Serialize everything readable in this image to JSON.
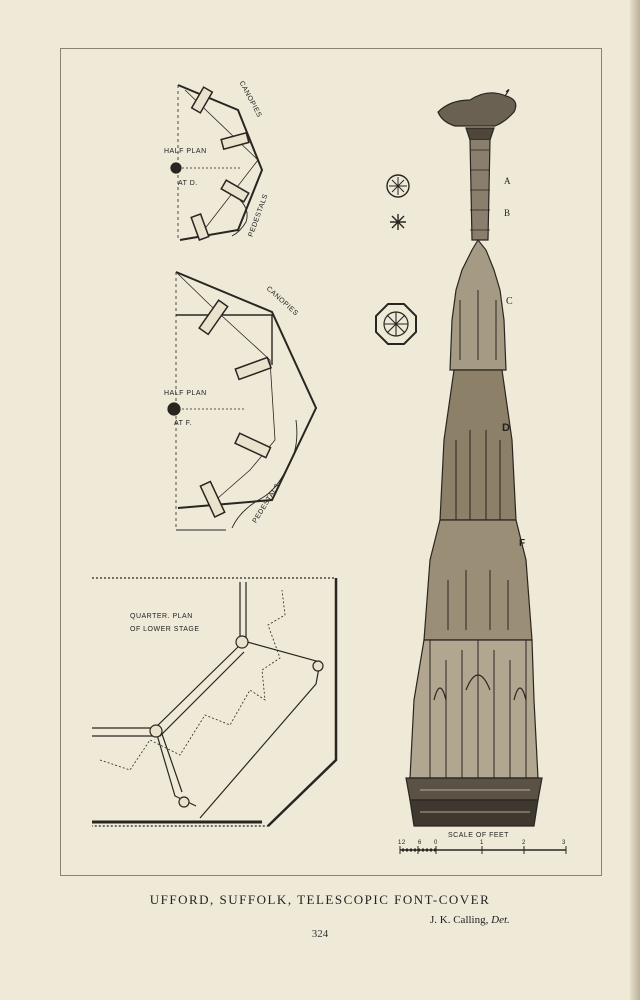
{
  "plan1": {
    "canopies": "CANOPIES",
    "title_line1": "HALF PLAN",
    "title_line2": "AT D.",
    "pedestals": "PEDESTALS"
  },
  "plan2": {
    "canopies": "CANOPIES",
    "title_line1": "HALF PLAN",
    "title_line2": "AT F.",
    "pedestals": "PEDESTALS"
  },
  "quarter": {
    "line1": "QUARTER. PLAN",
    "line2": "OF LOWER STAGE"
  },
  "spire_letters": {
    "a": "A",
    "b": "B",
    "c": "C",
    "d": "D",
    "f": "F"
  },
  "scale": {
    "title": "SCALE OF FEET",
    "ticks": [
      "12",
      "6",
      "0",
      "1",
      "2",
      "3"
    ]
  },
  "caption": "UFFORD, SUFFOLK, TELESCOPIC FONT-COVER",
  "credit": {
    "name": "J. K. Calling,",
    "suffix": "Det."
  },
  "page_number": "324",
  "colors": {
    "paper": "#efe9d8",
    "ink": "#2a2520"
  }
}
